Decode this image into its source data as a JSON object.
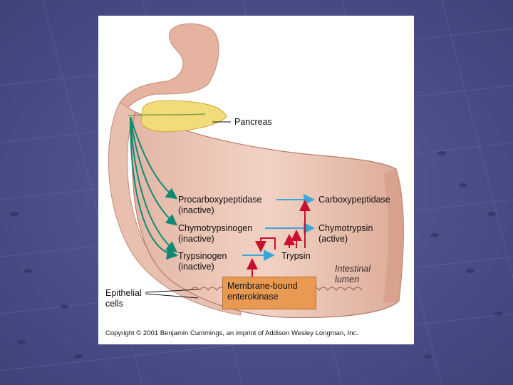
{
  "labels": {
    "pancreas": "Pancreas",
    "procarboxypeptidase": "Procarboxypeptidase",
    "procarboxypeptidase_state": "(inactive)",
    "carboxypeptidase": "Carboxypeptidase",
    "chymotrypsinogen": "Chymotrypsinogen",
    "chymotrypsinogen_state": "(inactive)",
    "chymotrypsin": "Chymotrypsin",
    "chymotrypsin_state": "(active)",
    "trypsinogen": "Trypsinogen",
    "trypsinogen_state": "(inactive)",
    "trypsin": "Trypsin",
    "intestinal_lumen_line1": "Intestinal",
    "intestinal_lumen_line2": "lumen",
    "epithelial_line1": "Epithelial",
    "epithelial_line2": "cells",
    "enterokinase_line1": "Membrane-bound",
    "enterokinase_line2": "enterokinase"
  },
  "copyright": "Copyright © 2001 Benjamin Cummings, an imprint of Addison Wesley Longman, Inc.",
  "colors": {
    "background": "#4a4d86",
    "activation_arrow": "#c8102e",
    "conversion_arrow": "#3aa7d8",
    "secretion_arrow": "#0e8a73",
    "enterokinase_box": "#e89a52"
  }
}
